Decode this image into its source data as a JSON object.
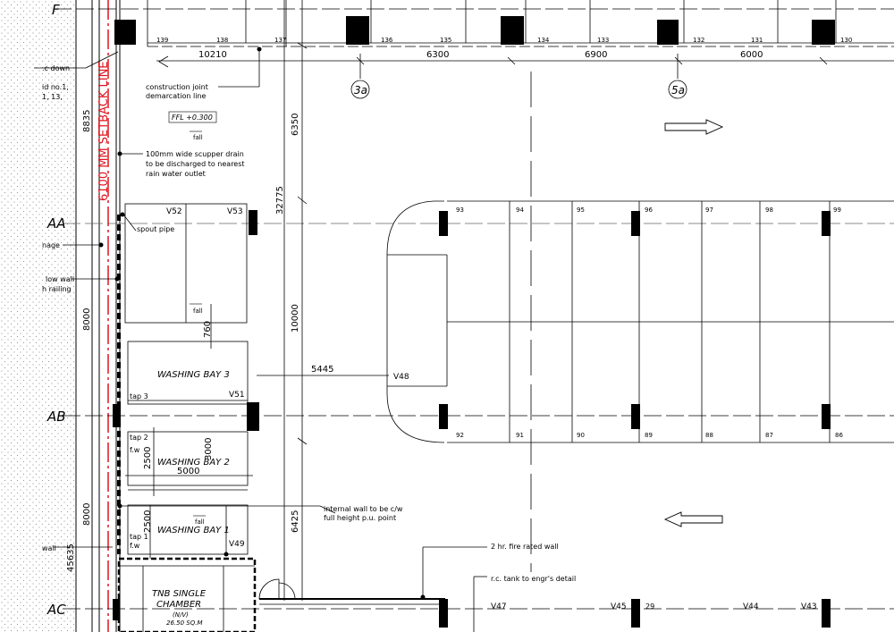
{
  "grid_labels": {
    "f": "F",
    "aa": "AA",
    "ab": "AB",
    "ac": "AC",
    "g3a": "3a",
    "g5a": "5a"
  },
  "left_notes": {
    "rc_down": ".c down",
    "id_no": "id no.1,",
    "id_no2": "1, 13,",
    "drainage": "nage",
    "low_wall": "low wall",
    "railing": "h railing",
    "wall": "wall"
  },
  "setback_label": "6100 MM SETBACK LINE",
  "dimensions": {
    "d10210": "10210",
    "d6300": "6300",
    "d6900": "6900",
    "d6000": "6000",
    "d8835": "8835",
    "d6350": "6350",
    "d32775": "32775",
    "d8000a": "8000",
    "d10000": "10000",
    "d760": "760",
    "d5445": "5445",
    "d2500a": "2500",
    "d3000": "3000",
    "d5000": "5000",
    "d8000b": "8000",
    "d2500b": "2500",
    "d6425": "6425",
    "d45635": "45635"
  },
  "annotations": {
    "construction_joint_1": "construction joint",
    "construction_joint_2": "demarcation line",
    "ffl": "FFL +0.300",
    "fall_1": "fall",
    "scupper_1": "100mm wide scupper drain",
    "scupper_2": "to be discharged to nearest",
    "scupper_3": "rain water outlet",
    "spout_pipe": "spout pipe",
    "fall_2": "fall",
    "fall_3": "fall",
    "internal_wall_1": "internal wall to be c/w",
    "internal_wall_2": "full height p.u. point",
    "fire_wall": "2 hr. fire rated wall",
    "rc_tank": "r.c. tank to engr's detail"
  },
  "rooms": {
    "washing_bay_3": "WASHING BAY 3",
    "washing_bay_2": "WASHING BAY 2",
    "washing_bay_1": "WASHING BAY 1",
    "tap3": "tap 3",
    "tap2": "tap 2",
    "tap1": "tap 1",
    "fw2": "f.w",
    "fw1": "f.w",
    "tnb_1": "TNB SINGLE",
    "tnb_2": "CHAMBER",
    "tnb_3": "(N/V)",
    "tnb_4": "26.50 SQ.M"
  },
  "columns": {
    "v52": "V52",
    "v53": "V53",
    "v51": "V51",
    "v48": "V48",
    "v49": "V49",
    "v47": "V47",
    "v45": "V45",
    "v44": "V44",
    "v43": "V43"
  },
  "parking_top": [
    "139",
    "138",
    "137",
    "136",
    "135",
    "134",
    "133",
    "132",
    "131",
    "130"
  ],
  "parking_mid_top": [
    "93",
    "94",
    "95",
    "96",
    "97",
    "98",
    "99"
  ],
  "parking_mid_bottom": [
    "92",
    "91",
    "90",
    "89",
    "88",
    "87",
    "86"
  ],
  "parking_bottom": [
    "29"
  ],
  "colors": {
    "setback": "#e0141e",
    "lines": "#000000"
  }
}
